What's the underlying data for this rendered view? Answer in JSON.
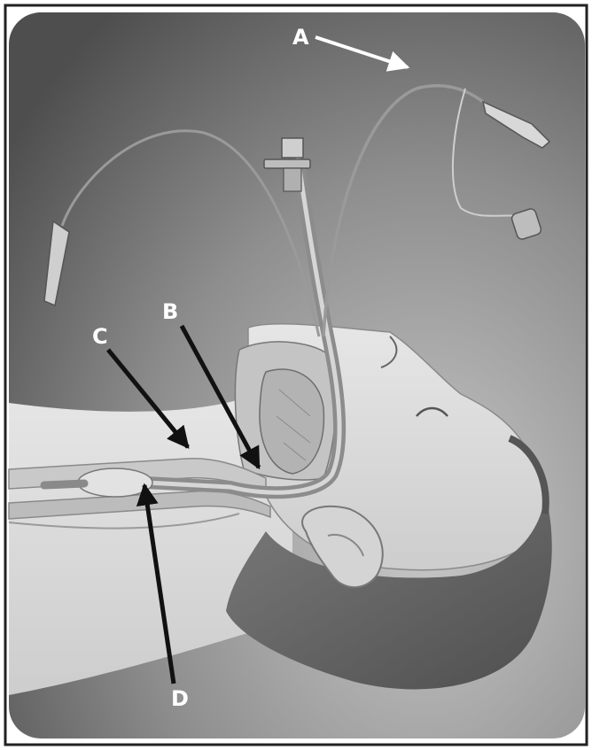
{
  "colors": {
    "background_dark": "#5a5a5a",
    "background_light": "#bdbdbd",
    "skin": "#dedede",
    "hair": "#6b6b6b",
    "tube": "#9a9a9a",
    "label_dark": "#111111",
    "label_light": "#ffffff"
  },
  "labels": {
    "a": "A",
    "b": "B",
    "c": "C",
    "d": "D"
  },
  "icons": [
    "endotracheal-tube",
    "inflation-cuff",
    "pilot-balloon",
    "head-profile"
  ]
}
